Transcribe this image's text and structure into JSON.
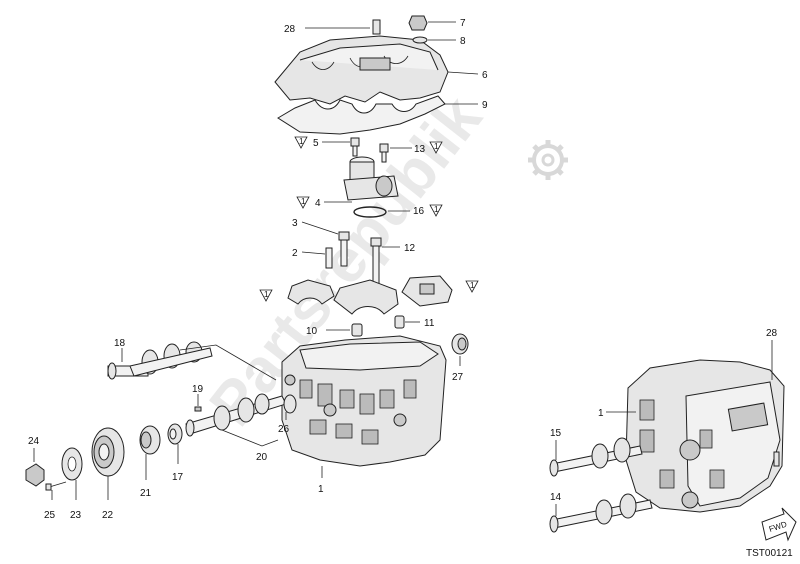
{
  "watermark": "Partsrepublik",
  "diagram_code": "TST00121",
  "fwd_label": "FWD",
  "ref_symbol": "1",
  "callouts": {
    "c28a": "28",
    "c7": "7",
    "c8": "8",
    "c6": "6",
    "c9": "9",
    "c5": "5",
    "c13": "13",
    "c4": "4",
    "c16": "16",
    "c3": "3",
    "c2": "2",
    "c12": "12",
    "c10": "10",
    "c11": "11",
    "c18": "18",
    "c27": "27",
    "c19": "19",
    "c26": "26",
    "c20": "20",
    "c24": "24",
    "c25": "25",
    "c23": "23",
    "c22": "22",
    "c21": "21",
    "c17": "17",
    "c1a": "1",
    "c28b": "28",
    "c1b": "1",
    "c15": "15",
    "c14": "14"
  }
}
